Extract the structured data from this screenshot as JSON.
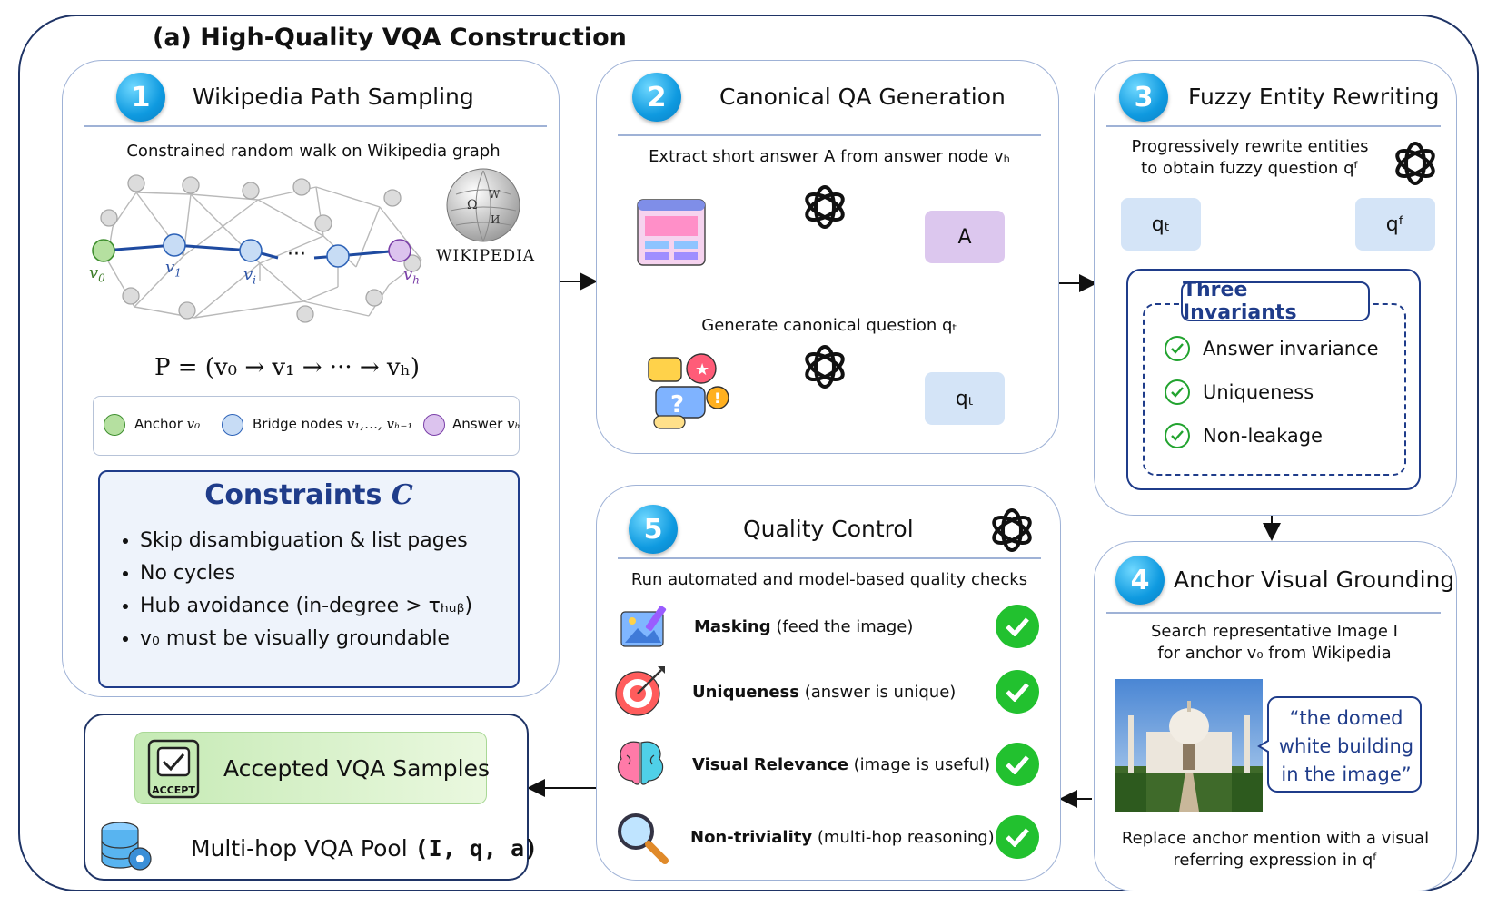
{
  "title": "(a) High-Quality VQA Construction",
  "step1": {
    "number": "1",
    "title": "Wikipedia Path Sampling",
    "caption": "Constrained random walk on Wikipedia graph",
    "wiki_label": "WIKIPEDIA",
    "node_labels": {
      "v0": "v",
      "v0_sub": "0",
      "v1": "v",
      "v1_sub": "1",
      "vi": "v",
      "vi_sub": "i",
      "vh": "v",
      "vh_sub": "h",
      "dots": "···"
    },
    "path_formula": "P = (v₀ → v₁ → ··· → vₕ)",
    "legend": {
      "anchor": "Anchor",
      "anchor_sym": "v₀",
      "bridge": "Bridge nodes",
      "bridge_sym": "v₁,…, vₕ₋₁",
      "answer": "Answer",
      "answer_sym": "vₕ"
    },
    "constraints_title": "Constraints",
    "constraints_sym": "C",
    "constraints": [
      "Skip disambiguation & list pages",
      "No cycles",
      "Hub avoidance (in-degree > τₕᵤᵦ)",
      "v₀ must be visually groundable"
    ]
  },
  "step2": {
    "number": "2",
    "title": "Canonical QA Generation",
    "caption_top": "Extract short answer A  from answer node vₕ",
    "answer_box": "A",
    "caption_bottom": "Generate canonical question qₜ",
    "question_box": "qₜ"
  },
  "step3": {
    "number": "3",
    "title": "Fuzzy Entity Rewriting",
    "caption_line1": "Progressively rewrite entities",
    "caption_line2": "to obtain fuzzy question qᶠ",
    "box_left": "qₜ",
    "box_right": "qᶠ",
    "invariants_title": "Three Invariants",
    "invariants": [
      "Answer invariance",
      "Uniqueness",
      "Non-leakage"
    ]
  },
  "step4": {
    "number": "4",
    "title": "Anchor Visual Grounding",
    "caption_line1": "Search representative Image I",
    "caption_line2": "for anchor v₀ from Wikipedia",
    "quote_line1": "“the domed",
    "quote_line2": "white building",
    "quote_line3": "in the image”",
    "bottom_line1": "Replace anchor mention with a visual",
    "bottom_line2": "referring expression in qᶠ"
  },
  "step5": {
    "number": "5",
    "title": "Quality Control",
    "caption": "Run automated and model-based quality checks",
    "checks": [
      {
        "bold": "Masking",
        "rest": " (feed the image)"
      },
      {
        "bold": "Uniqueness",
        "rest": " (answer is unique)"
      },
      {
        "bold": "Visual Relevance",
        "rest": " (image is useful)"
      },
      {
        "bold": "Non-triviality",
        "rest": " (multi-hop reasoning)"
      }
    ]
  },
  "output": {
    "accepted": "Accepted VQA Samples",
    "accept_badge": "ACCEPT",
    "pool_label": "Multi-hop VQA Pool",
    "pool_tuple": "(I, q, a)"
  },
  "colors": {
    "anchor": "#b5e0a0",
    "bridge": "#c7dcf5",
    "answer": "#dcc3ee",
    "path": "#1e4aa0",
    "green": "#22c12f"
  }
}
